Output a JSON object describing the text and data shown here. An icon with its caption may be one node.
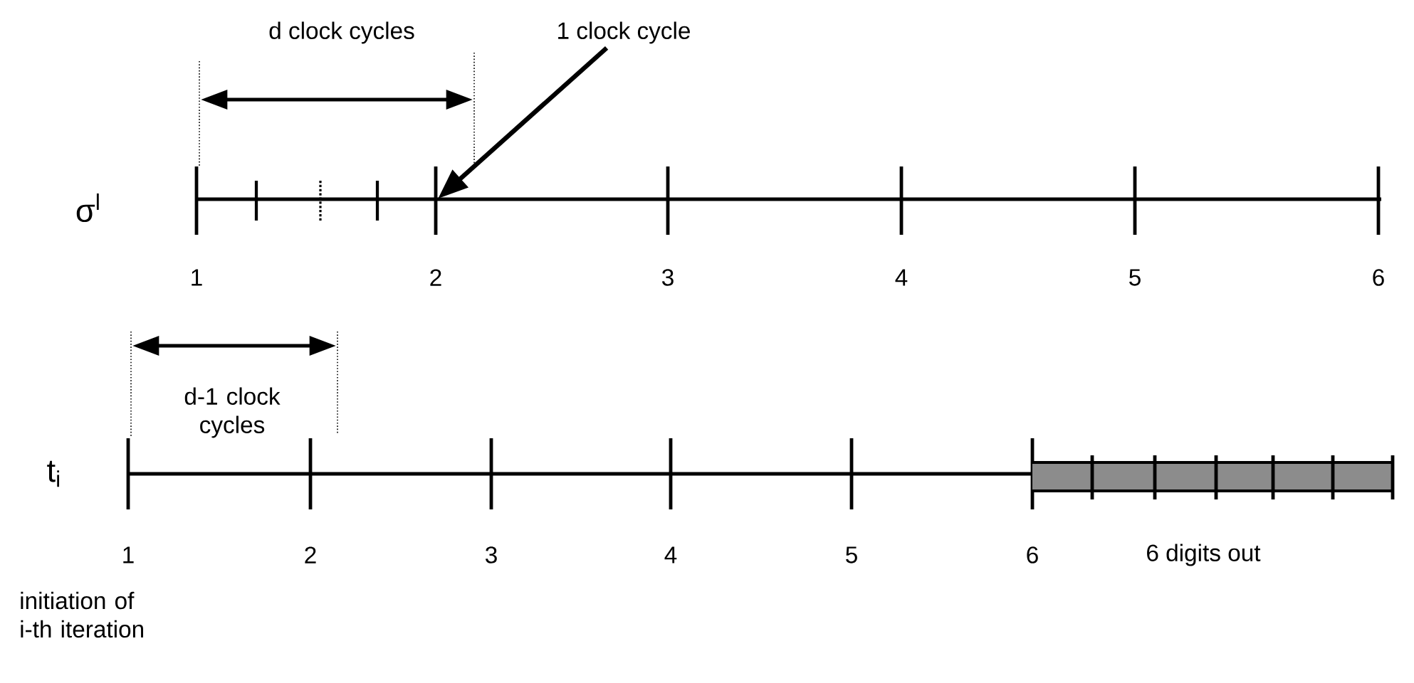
{
  "diagram": {
    "nodes": [
      {
        "text": [
          "1 clock cycle"
        ]
      },
      {
        "text": [],
        "shape": "bar"
      }
    ],
    "edges": [
      {
        "from": 0,
        "to": 1,
        "arrow": "to"
      }
    ],
    "labels": [
      "d clock cycles",
      "σ$^{l}$",
      "1",
      "2",
      "3",
      "4",
      "5",
      "6",
      "d-1 clock cycles",
      "t$_{i}$",
      "1",
      "2",
      "3",
      "4",
      "5",
      "6",
      "6 digits out",
      "initiation of i-th iteration"
    ]
  }
}
